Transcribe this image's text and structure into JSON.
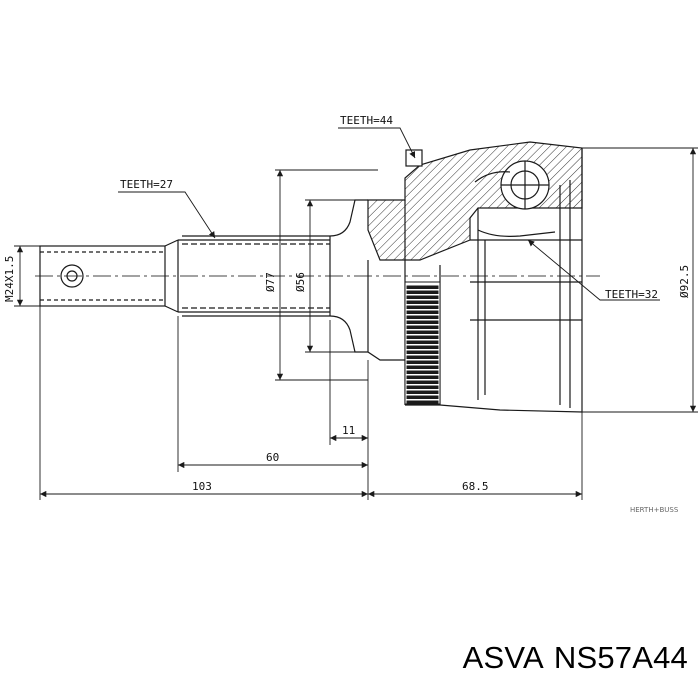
{
  "labels": {
    "teeth_outer": "TEETH=44",
    "teeth_shaft": "TEETH=27",
    "teeth_inner": "TEETH=32",
    "dia_77": "Ø77",
    "dia_56": "Ø56",
    "dia_925": "Ø92.5",
    "thread": "M24X1.5",
    "dim_11": "11",
    "dim_60": "60",
    "dim_103": "103",
    "dim_685": "68.5"
  },
  "watermark": "HERTH+BUSS",
  "caption": {
    "brand": "ASVA",
    "part_number": "NS57A44"
  },
  "colors": {
    "line": "#1a1a1a",
    "hatch": "#333333",
    "centerline": "#444444"
  }
}
